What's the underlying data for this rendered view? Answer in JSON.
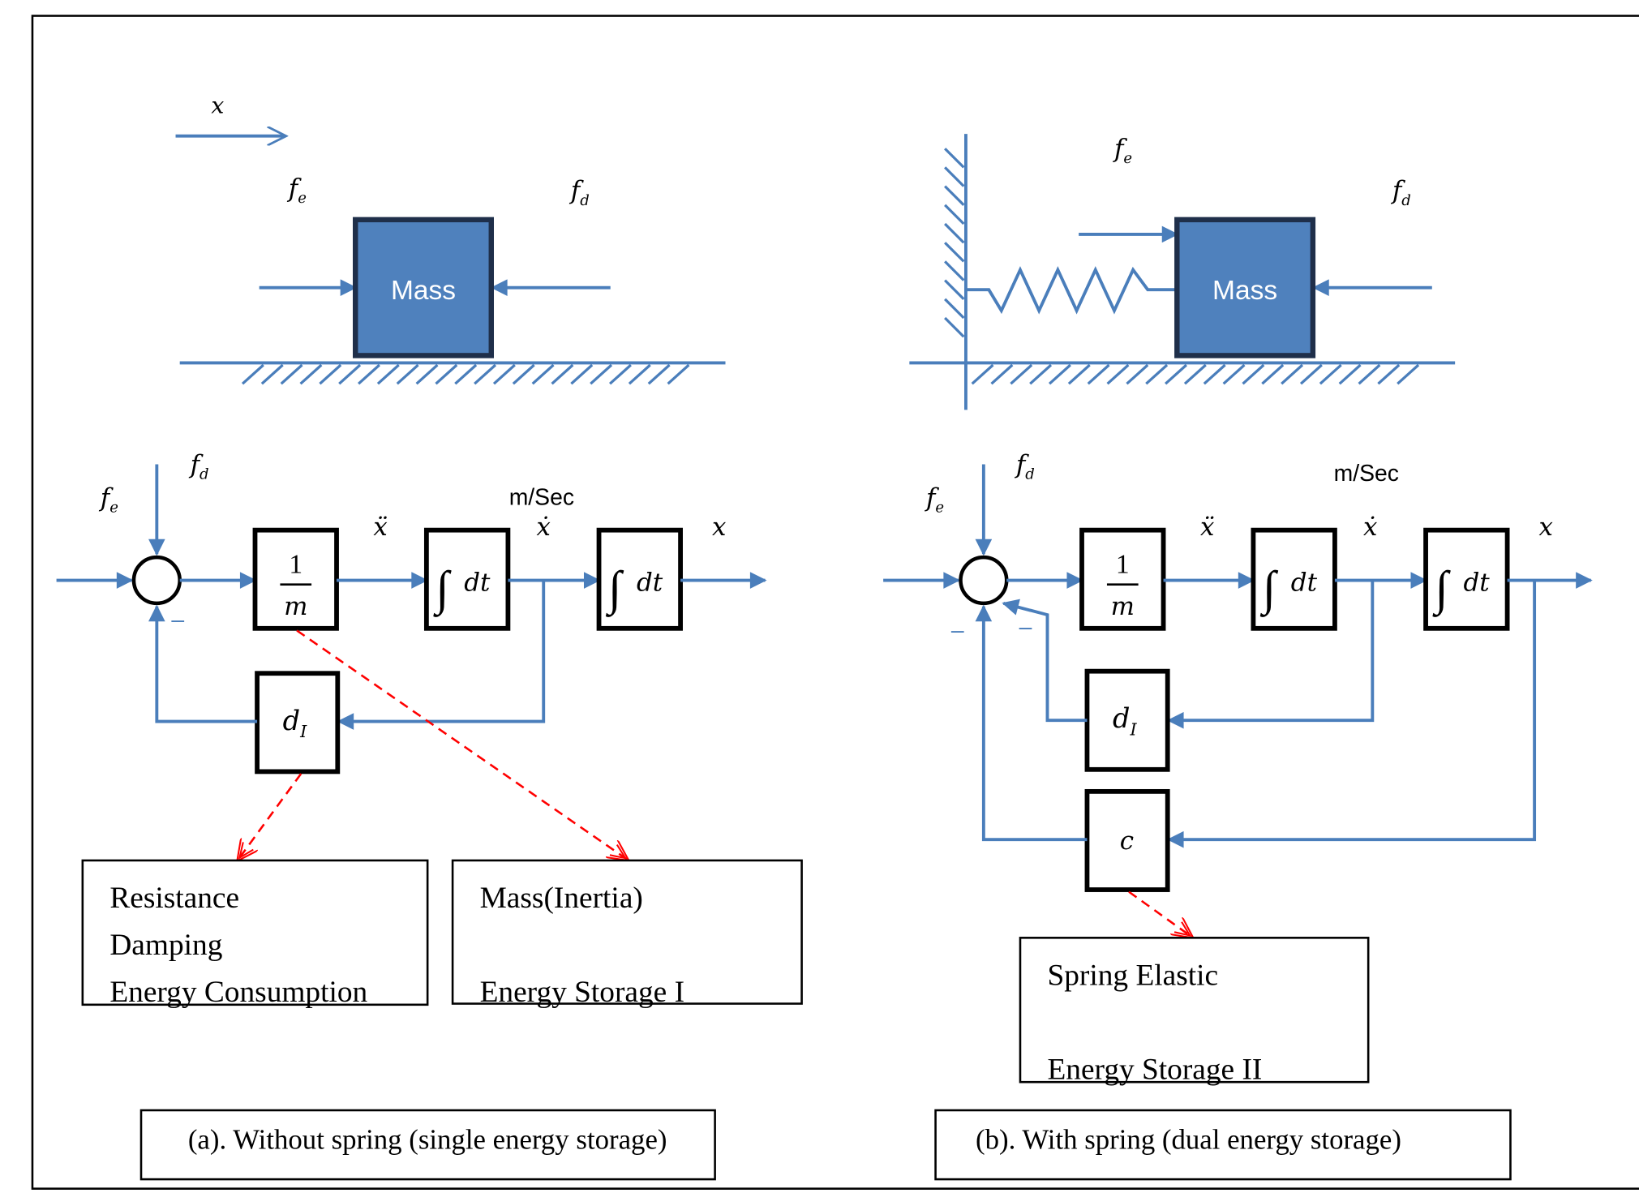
{
  "panel_a": {
    "caption": "(a). Without spring (single energy storage)",
    "direction_label": "x",
    "mass_label": "Mass",
    "force_e": "f",
    "force_e_sub": "e",
    "force_d": "f",
    "force_d_sub": "d",
    "block_diagram": {
      "input_e": "f",
      "input_e_sub": "e",
      "input_d": "f",
      "input_d_sub": "d",
      "minus_sign": "–",
      "gain_num": "1",
      "gain_den": "m",
      "accel_label": "ẍ",
      "velocity_label": "ẋ",
      "velocity_unit": "m/Sec",
      "integrator_1": "dt",
      "integrator_2": "dt",
      "output_label": "x",
      "damping_block": "d",
      "damping_sub": "I"
    },
    "note_damping": {
      "line1": "Resistance",
      "line2": "Damping",
      "line3": "Energy Consumption"
    },
    "note_mass": {
      "line1": "Mass(Inertia)",
      "line2": "Energy Storage I"
    }
  },
  "panel_b": {
    "caption": "(b). With spring (dual energy storage)",
    "mass_label": "Mass",
    "force_e": "f",
    "force_e_sub": "e",
    "force_d": "f",
    "force_d_sub": "d",
    "block_diagram": {
      "input_e": "f",
      "input_e_sub": "e",
      "input_d": "f",
      "input_d_sub": "d",
      "minus_sign_1": "–",
      "minus_sign_2": "–",
      "gain_num": "1",
      "gain_den": "m",
      "accel_label": "ẍ",
      "velocity_label": "ẋ",
      "velocity_unit": "m/Sec",
      "integrator_1": "dt",
      "integrator_2": "dt",
      "output_label": "x",
      "damping_block": "d",
      "damping_sub": "I",
      "spring_block": "c"
    },
    "note_spring": {
      "line1": "Spring Elastic",
      "line2": "Energy Storage II"
    }
  },
  "colors": {
    "mass_fill": "#4f81bd",
    "mass_border": "#1f2f4a",
    "signal_line": "#4a7ebb",
    "annotation": "#ff0000"
  }
}
